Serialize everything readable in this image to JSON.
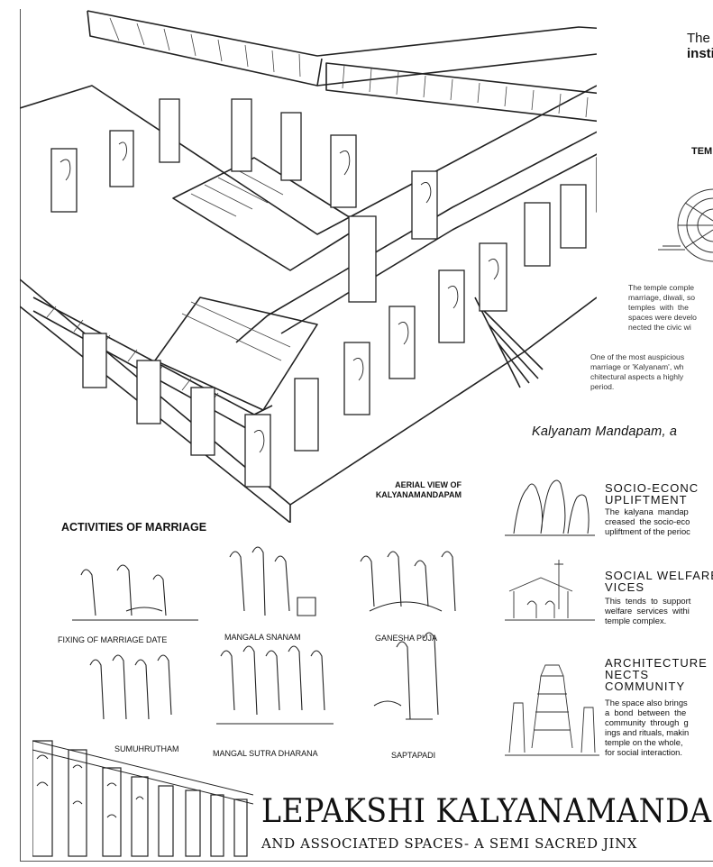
{
  "header": {
    "line1": "The",
    "line2": "insti"
  },
  "temple_label": "TEM",
  "temple_paragraph": "The temple comple\nmarriage, diwali, so\ntemples  with  the\nspaces were develo\nnected the civic wi",
  "auspicious_paragraph": "One of the most auspicious\nmarriage or 'Kalyanam', wh\nchitectural aspects a highly\nperiod.",
  "tagline": "Kalyanam Mandapam, a",
  "aerial_caption": "AERIAL VIEW OF\nKALYANAMANDAPAM",
  "activities_heading": "ACTIVITIES OF MARRIAGE",
  "activities": [
    "FIXING OF MARRIAGE DATE",
    "MANGALA SNANAM",
    "GANESHA PUJA",
    "SUMUHRUTHAM",
    "MANGAL SUTRA DHARANA",
    "SAPTAPADI"
  ],
  "sections": [
    {
      "title": "SOCIO-ECONC\nUPLIFTMENT",
      "text": "The  kalyana  mandap\ncreased  the socio-eco\nupliftment of the perioc"
    },
    {
      "title": "SOCIAL WELFARE\nVICES",
      "text": "This  tends  to  support\nwelfare  services  withi\ntemple complex."
    },
    {
      "title": "ARCHITECTURE  C\nNECTS\nCOMMUNITY",
      "text": "The space also brings\na  bond  between  the\ncommunity  through  g\nings and rituals, makin\ntemple on the whole,\nfor social interaction."
    }
  ],
  "title": "LEPAKSHI KALYANAMANDAPA",
  "subtitle": "AND ASSOCIATED SPACES- A SEMI SACRED JINX",
  "icons": [
    "aerial-sketch",
    "temple-wheel-sketch",
    "figures-sketch",
    "market-sketch",
    "gopuram-sketch",
    "ruins-sketch"
  ]
}
